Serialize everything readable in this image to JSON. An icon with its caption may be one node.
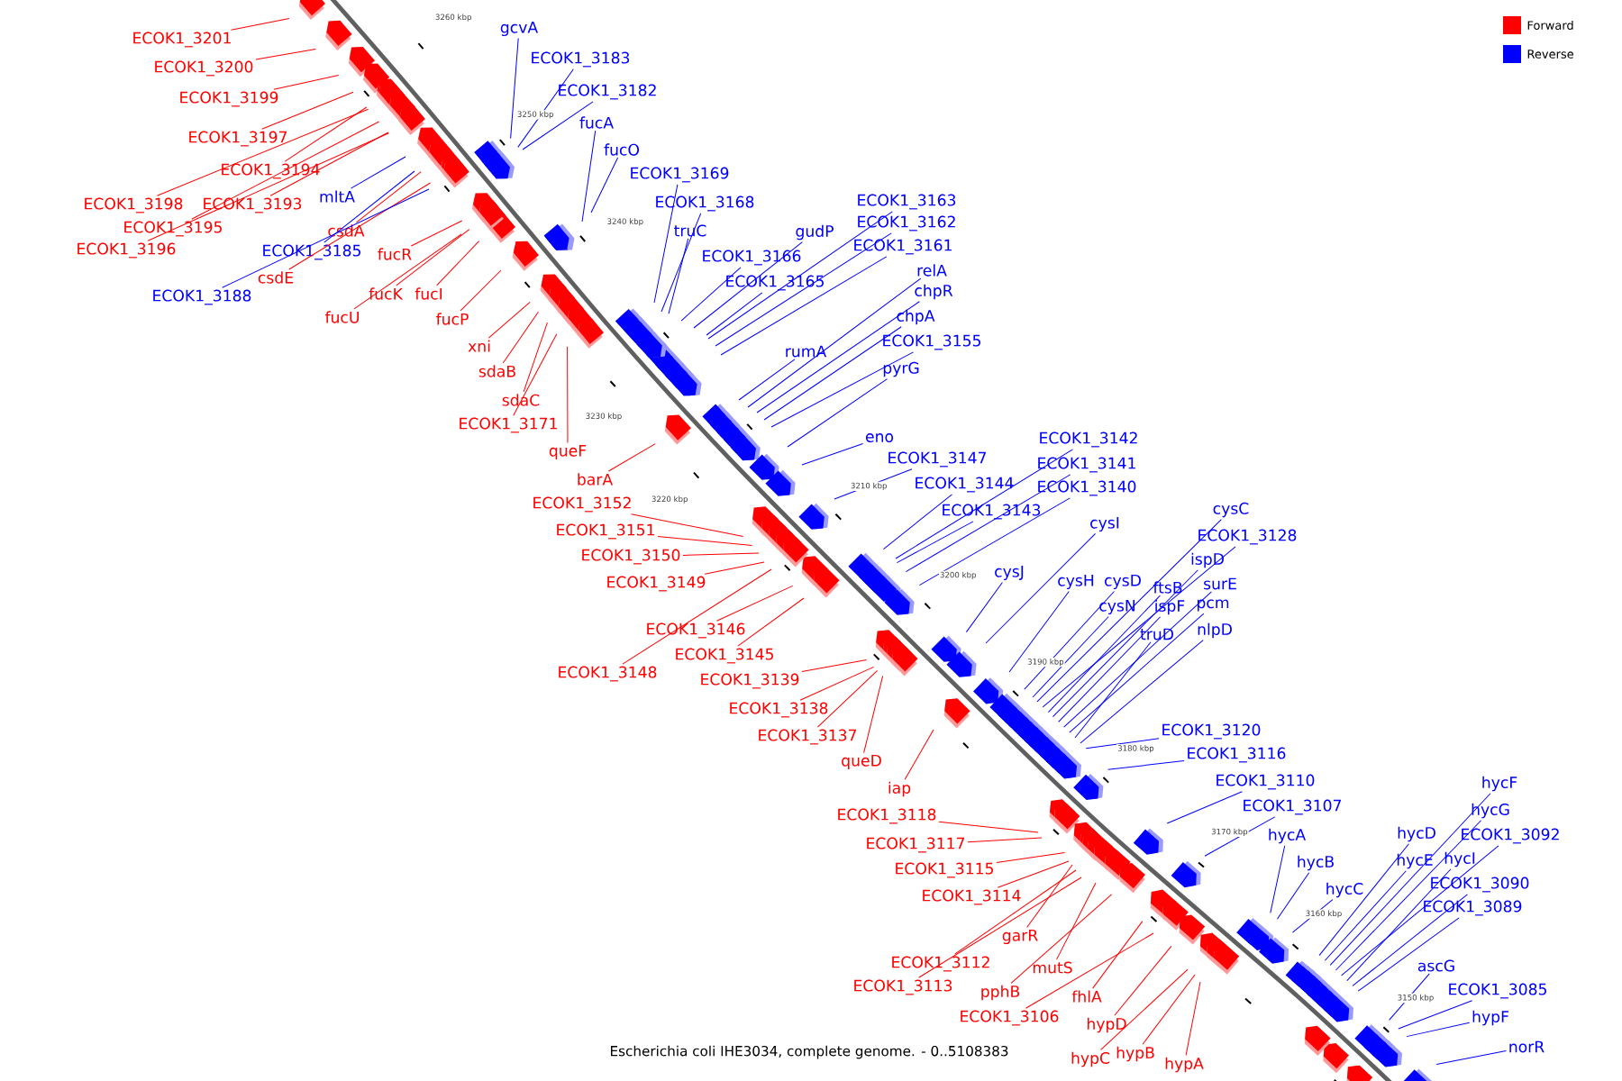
{
  "diagram": {
    "caption": "Escherichia coli IHE3034, complete genome. - 0..5108383",
    "nodes": [
      {
        "text": [
          "ECOK1_3201"
        ]
      },
      {
        "text": [
          "ECOK1_3200"
        ]
      },
      {
        "text": [
          "ECOK1_3199"
        ]
      },
      {
        "text": [
          "ECOK1_3197"
        ]
      },
      {
        "text": [
          "ECOK1_3194"
        ]
      },
      {
        "text": [
          "ECOK1_3198"
        ]
      },
      {
        "text": [
          "ECOK1_3193"
        ]
      },
      {
        "text": [
          "ECOK1_3195"
        ]
      },
      {
        "text": [
          "ECOK1_3196"
        ]
      },
      {
        "text": [
          "mltA"
        ]
      },
      {
        "text": [
          "csdA"
        ]
      },
      {
        "text": [
          "ECOK1_3185"
        ]
      },
      {
        "text": [
          "csdE"
        ]
      },
      {
        "text": [
          "ECOK1_3188"
        ]
      },
      {
        "text": [
          "fucR"
        ]
      },
      {
        "text": [
          "fucK"
        ]
      },
      {
        "text": [
          "fucI"
        ]
      },
      {
        "text": [
          "fucU"
        ]
      },
      {
        "text": [
          "fucP"
        ]
      },
      {
        "text": [
          "xni"
        ]
      },
      {
        "text": [
          "sdaB"
        ]
      },
      {
        "text": [
          "sdaC"
        ]
      },
      {
        "text": [
          "ECOK1_3171"
        ]
      },
      {
        "text": [
          "queF"
        ]
      },
      {
        "text": [
          "barA"
        ]
      },
      {
        "text": [
          "ECOK1_3152"
        ]
      },
      {
        "text": [
          "ECOK1_3151"
        ]
      },
      {
        "text": [
          "ECOK1_3150"
        ]
      },
      {
        "text": [
          "ECOK1_3149"
        ]
      },
      {
        "text": [
          "ECOK1_3146"
        ]
      },
      {
        "text": [
          "ECOK1_3145"
        ]
      },
      {
        "text": [
          "ECOK1_3148"
        ]
      },
      {
        "text": [
          "ECOK1_3139"
        ]
      },
      {
        "text": [
          "ECOK1_3138"
        ]
      },
      {
        "text": [
          "ECOK1_3137"
        ]
      },
      {
        "text": [
          "queD"
        ]
      },
      {
        "text": [
          "iap"
        ]
      },
      {
        "text": [
          "ECOK1_3118"
        ]
      },
      {
        "text": [
          "ECOK1_3117"
        ]
      },
      {
        "text": [
          "ECOK1_3115"
        ]
      },
      {
        "text": [
          "ECOK1_3114"
        ]
      },
      {
        "text": [
          "garR"
        ]
      },
      {
        "text": [
          "ECOK1_3112"
        ]
      },
      {
        "text": [
          "ECOK1_3113"
        ]
      },
      {
        "text": [
          "mutS"
        ]
      },
      {
        "text": [
          "pphB"
        ]
      },
      {
        "text": [
          "fhlA"
        ]
      },
      {
        "text": [
          "ECOK1_3106"
        ]
      },
      {
        "text": [
          "hypD"
        ]
      },
      {
        "text": [
          "hypC"
        ]
      },
      {
        "text": [
          "hypB"
        ]
      },
      {
        "text": [
          "hypA"
        ]
      },
      {
        "text": [
          "gcvA"
        ]
      },
      {
        "text": [
          "ECOK1_3183"
        ]
      },
      {
        "text": [
          "ECOK1_3182"
        ]
      },
      {
        "text": [
          "fucA"
        ]
      },
      {
        "text": [
          "fucO"
        ]
      },
      {
        "text": [
          "ECOK1_3169"
        ]
      },
      {
        "text": [
          "ECOK1_3168"
        ]
      },
      {
        "text": [
          "truC"
        ]
      },
      {
        "text": [
          "gudP"
        ]
      },
      {
        "text": [
          "ECOK1_3166"
        ]
      },
      {
        "text": [
          "ECOK1_3165"
        ]
      },
      {
        "text": [
          "ECOK1_3163"
        ]
      },
      {
        "text": [
          "ECOK1_3162"
        ]
      },
      {
        "text": [
          "ECOK1_3161"
        ]
      },
      {
        "text": [
          "rumA"
        ]
      },
      {
        "text": [
          "relA"
        ]
      },
      {
        "text": [
          "chpR"
        ]
      },
      {
        "text": [
          "chpA"
        ]
      },
      {
        "text": [
          "ECOK1_3155"
        ]
      },
      {
        "text": [
          "pyrG"
        ]
      },
      {
        "text": [
          "eno"
        ]
      },
      {
        "text": [
          "ECOK1_3147"
        ]
      },
      {
        "text": [
          "ECOK1_3144"
        ]
      },
      {
        "text": [
          "ECOK1_3143"
        ]
      },
      {
        "text": [
          "ECOK1_3142"
        ]
      },
      {
        "text": [
          "ECOK1_3141"
        ]
      },
      {
        "text": [
          "ECOK1_3140"
        ]
      },
      {
        "text": [
          "cysJ"
        ]
      },
      {
        "text": [
          "cysI"
        ]
      },
      {
        "text": [
          "cysH"
        ]
      },
      {
        "text": [
          "cysD"
        ]
      },
      {
        "text": [
          "cysN"
        ]
      },
      {
        "text": [
          "cysC"
        ]
      },
      {
        "text": [
          "ECOK1_3128"
        ]
      },
      {
        "text": [
          "ftsB"
        ]
      },
      {
        "text": [
          "ispD"
        ]
      },
      {
        "text": [
          "ispF"
        ]
      },
      {
        "text": [
          "surE"
        ]
      },
      {
        "text": [
          "pcm"
        ]
      },
      {
        "text": [
          "truD"
        ]
      },
      {
        "text": [
          "nlpD"
        ]
      },
      {
        "text": [
          "ECOK1_3120"
        ]
      },
      {
        "text": [
          "ECOK1_3116"
        ]
      },
      {
        "text": [
          "ECOK1_3110"
        ]
      },
      {
        "text": [
          "ECOK1_3107"
        ]
      },
      {
        "text": [
          "hycA"
        ]
      },
      {
        "text": [
          "hycB"
        ]
      },
      {
        "text": [
          "hycC"
        ]
      },
      {
        "text": [
          "hycD"
        ]
      },
      {
        "text": [
          "hycE"
        ]
      },
      {
        "text": [
          "hycF"
        ]
      },
      {
        "text": [
          "hycG"
        ]
      },
      {
        "text": [
          "ECOK1_3092"
        ]
      },
      {
        "text": [
          "hycI"
        ]
      },
      {
        "text": [
          "ECOK1_3090"
        ]
      },
      {
        "text": [
          "ECOK1_3089"
        ]
      },
      {
        "text": [
          "ascG"
        ]
      },
      {
        "text": [
          "ECOK1_3085"
        ]
      },
      {
        "text": [
          "hypF"
        ]
      },
      {
        "text": [
          "norR"
        ]
      }
    ],
    "edges": [
      {
        "from": 0,
        "to": null,
        "arrow": "none",
        "color": "#ff0000"
      },
      {
        "from": 1,
        "to": null,
        "arrow": "none",
        "color": "#ff0000"
      },
      {
        "from": 2,
        "to": null,
        "arrow": "none",
        "color": "#ff0000"
      },
      {
        "from": 3,
        "to": null,
        "arrow": "none",
        "color": "#ff0000"
      },
      {
        "from": 4,
        "to": null,
        "arrow": "none",
        "color": "#ff0000"
      },
      {
        "from": 5,
        "to": null,
        "arrow": "none",
        "color": "#ff0000"
      },
      {
        "from": 6,
        "to": null,
        "arrow": "none",
        "color": "#ff0000"
      },
      {
        "from": 7,
        "to": null,
        "arrow": "none",
        "color": "#ff0000"
      },
      {
        "from": 8,
        "to": null,
        "arrow": "none",
        "color": "#ff0000"
      },
      {
        "from": 9,
        "to": null,
        "arrow": "none",
        "color": "#0000ff"
      },
      {
        "from": 10,
        "to": null,
        "arrow": "none",
        "color": "#ff0000"
      },
      {
        "from": 11,
        "to": null,
        "arrow": "none",
        "color": "#0000ff"
      },
      {
        "from": 12,
        "to": null,
        "arrow": "none",
        "color": "#ff0000"
      },
      {
        "from": 13,
        "to": null,
        "arrow": "none",
        "color": "#0000ff"
      },
      {
        "from": 14,
        "to": null,
        "arrow": "none",
        "color": "#ff0000"
      },
      {
        "from": 15,
        "to": null,
        "arrow": "none",
        "color": "#ff0000"
      },
      {
        "from": 16,
        "to": null,
        "arrow": "none",
        "color": "#ff0000"
      },
      {
        "from": 17,
        "to": null,
        "arrow": "none",
        "color": "#ff0000"
      },
      {
        "from": 18,
        "to": null,
        "arrow": "none",
        "color": "#ff0000"
      },
      {
        "from": 19,
        "to": null,
        "arrow": "none",
        "color": "#ff0000"
      },
      {
        "from": 20,
        "to": null,
        "arrow": "none",
        "color": "#ff0000"
      },
      {
        "from": 21,
        "to": null,
        "arrow": "none",
        "color": "#ff0000"
      },
      {
        "from": 22,
        "to": null,
        "arrow": "none",
        "color": "#ff0000"
      },
      {
        "from": 23,
        "to": null,
        "arrow": "none",
        "color": "#ff0000"
      },
      {
        "from": 24,
        "to": null,
        "arrow": "none",
        "color": "#ff0000"
      },
      {
        "from": 25,
        "to": null,
        "arrow": "none",
        "color": "#ff0000"
      },
      {
        "from": 26,
        "to": null,
        "arrow": "none",
        "color": "#ff0000"
      },
      {
        "from": 27,
        "to": null,
        "arrow": "none",
        "color": "#ff0000"
      },
      {
        "from": 28,
        "to": null,
        "arrow": "none",
        "color": "#ff0000"
      },
      {
        "from": 29,
        "to": null,
        "arrow": "none",
        "color": "#ff0000"
      },
      {
        "from": 30,
        "to": null,
        "arrow": "none",
        "color": "#ff0000"
      },
      {
        "from": 31,
        "to": null,
        "arrow": "none",
        "color": "#ff0000"
      },
      {
        "from": 32,
        "to": null,
        "arrow": "none",
        "color": "#ff0000"
      },
      {
        "from": 33,
        "to": null,
        "arrow": "none",
        "color": "#ff0000"
      },
      {
        "from": 34,
        "to": null,
        "arrow": "none",
        "color": "#ff0000"
      },
      {
        "from": 35,
        "to": null,
        "arrow": "none",
        "color": "#ff0000"
      },
      {
        "from": 36,
        "to": null,
        "arrow": "none",
        "color": "#ff0000"
      },
      {
        "from": 37,
        "to": null,
        "arrow": "none",
        "color": "#ff0000"
      },
      {
        "from": 38,
        "to": null,
        "arrow": "none",
        "color": "#ff0000"
      },
      {
        "from": 39,
        "to": null,
        "arrow": "none",
        "color": "#ff0000"
      },
      {
        "from": 40,
        "to": null,
        "arrow": "none",
        "color": "#ff0000"
      },
      {
        "from": 41,
        "to": null,
        "arrow": "none",
        "color": "#ff0000"
      },
      {
        "from": 42,
        "to": null,
        "arrow": "none",
        "color": "#ff0000"
      },
      {
        "from": 43,
        "to": null,
        "arrow": "none",
        "color": "#ff0000"
      },
      {
        "from": 44,
        "to": null,
        "arrow": "none",
        "color": "#ff0000"
      },
      {
        "from": 45,
        "to": null,
        "arrow": "none",
        "color": "#ff0000"
      },
      {
        "from": 46,
        "to": null,
        "arrow": "none",
        "color": "#ff0000"
      },
      {
        "from": 47,
        "to": null,
        "arrow": "none",
        "color": "#ff0000"
      },
      {
        "from": 48,
        "to": null,
        "arrow": "none",
        "color": "#ff0000"
      },
      {
        "from": 49,
        "to": null,
        "arrow": "none",
        "color": "#ff0000"
      },
      {
        "from": 50,
        "to": null,
        "arrow": "none",
        "color": "#ff0000"
      },
      {
        "from": 51,
        "to": null,
        "arrow": "none",
        "color": "#ff0000"
      },
      {
        "from": 52,
        "to": null,
        "arrow": "none",
        "color": "#0000ff"
      },
      {
        "from": 53,
        "to": null,
        "arrow": "none",
        "color": "#0000ff"
      },
      {
        "from": 54,
        "to": null,
        "arrow": "none",
        "color": "#0000ff"
      },
      {
        "from": 55,
        "to": null,
        "arrow": "none",
        "color": "#0000ff"
      },
      {
        "from": 56,
        "to": null,
        "arrow": "none",
        "color": "#0000ff"
      },
      {
        "from": 57,
        "to": null,
        "arrow": "none",
        "color": "#0000ff"
      },
      {
        "from": 58,
        "to": null,
        "arrow": "none",
        "color": "#0000ff"
      },
      {
        "from": 59,
        "to": null,
        "arrow": "none",
        "color": "#0000ff"
      },
      {
        "from": 60,
        "to": null,
        "arrow": "none",
        "color": "#0000ff"
      },
      {
        "from": 61,
        "to": null,
        "arrow": "none",
        "color": "#0000ff"
      },
      {
        "from": 62,
        "to": null,
        "arrow": "none",
        "color": "#0000ff"
      },
      {
        "from": 63,
        "to": null,
        "arrow": "none",
        "color": "#0000ff"
      },
      {
        "from": 64,
        "to": null,
        "arrow": "none",
        "color": "#0000ff"
      },
      {
        "from": 65,
        "to": null,
        "arrow": "none",
        "color": "#0000ff"
      },
      {
        "from": 66,
        "to": null,
        "arrow": "none",
        "color": "#0000ff"
      },
      {
        "from": 67,
        "to": null,
        "arrow": "none",
        "color": "#0000ff"
      },
      {
        "from": 68,
        "to": null,
        "arrow": "none",
        "color": "#0000ff"
      },
      {
        "from": 69,
        "to": null,
        "arrow": "none",
        "color": "#0000ff"
      },
      {
        "from": 70,
        "to": null,
        "arrow": "none",
        "color": "#0000ff"
      },
      {
        "from": 71,
        "to": null,
        "arrow": "none",
        "color": "#0000ff"
      },
      {
        "from": 72,
        "to": null,
        "arrow": "none",
        "color": "#0000ff"
      },
      {
        "from": 73,
        "to": null,
        "arrow": "none",
        "color": "#0000ff"
      },
      {
        "from": 74,
        "to": null,
        "arrow": "none",
        "color": "#0000ff"
      },
      {
        "from": 75,
        "to": null,
        "arrow": "none",
        "color": "#0000ff"
      },
      {
        "from": 76,
        "to": null,
        "arrow": "none",
        "color": "#0000ff"
      },
      {
        "from": 77,
        "to": null,
        "arrow": "none",
        "color": "#0000ff"
      },
      {
        "from": 78,
        "to": null,
        "arrow": "none",
        "color": "#0000ff"
      },
      {
        "from": 79,
        "to": null,
        "arrow": "none",
        "color": "#0000ff"
      },
      {
        "from": 80,
        "to": null,
        "arrow": "none",
        "color": "#0000ff"
      },
      {
        "from": 81,
        "to": null,
        "arrow": "none",
        "color": "#0000ff"
      },
      {
        "from": 82,
        "to": null,
        "arrow": "none",
        "color": "#0000ff"
      },
      {
        "from": 83,
        "to": null,
        "arrow": "none",
        "color": "#0000ff"
      },
      {
        "from": 84,
        "to": null,
        "arrow": "none",
        "color": "#0000ff"
      },
      {
        "from": 85,
        "to": null,
        "arrow": "none",
        "color": "#0000ff"
      },
      {
        "from": 86,
        "to": null,
        "arrow": "none",
        "color": "#0000ff"
      },
      {
        "from": 87,
        "to": null,
        "arrow": "none",
        "color": "#0000ff"
      },
      {
        "from": 88,
        "to": null,
        "arrow": "none",
        "color": "#0000ff"
      },
      {
        "from": 89,
        "to": null,
        "arrow": "none",
        "color": "#0000ff"
      },
      {
        "from": 90,
        "to": null,
        "arrow": "none",
        "color": "#0000ff"
      },
      {
        "from": 91,
        "to": null,
        "arrow": "none",
        "color": "#0000ff"
      },
      {
        "from": 92,
        "to": null,
        "arrow": "none",
        "color": "#0000ff"
      },
      {
        "from": 93,
        "to": null,
        "arrow": "none",
        "color": "#0000ff"
      },
      {
        "from": 94,
        "to": null,
        "arrow": "none",
        "color": "#0000ff"
      },
      {
        "from": 95,
        "to": null,
        "arrow": "none",
        "color": "#0000ff"
      },
      {
        "from": 96,
        "to": null,
        "arrow": "none",
        "color": "#0000ff"
      },
      {
        "from": 97,
        "to": null,
        "arrow": "none",
        "color": "#0000ff"
      },
      {
        "from": 98,
        "to": null,
        "arrow": "none",
        "color": "#0000ff"
      },
      {
        "from": 99,
        "to": null,
        "arrow": "none",
        "color": "#0000ff"
      },
      {
        "from": 100,
        "to": null,
        "arrow": "none",
        "color": "#0000ff"
      },
      {
        "from": 101,
        "to": null,
        "arrow": "none",
        "color": "#0000ff"
      },
      {
        "from": 102,
        "to": null,
        "arrow": "none",
        "color": "#0000ff"
      },
      {
        "from": 103,
        "to": null,
        "arrow": "none",
        "color": "#0000ff"
      },
      {
        "from": 104,
        "to": null,
        "arrow": "none",
        "color": "#0000ff"
      },
      {
        "from": 105,
        "to": null,
        "arrow": "none",
        "color": "#0000ff"
      },
      {
        "from": 106,
        "to": null,
        "arrow": "none",
        "color": "#0000ff"
      },
      {
        "from": 107,
        "to": null,
        "arrow": "none",
        "color": "#0000ff"
      },
      {
        "from": 108,
        "to": null,
        "arrow": "none",
        "color": "#0000ff"
      },
      {
        "from": 109,
        "to": null,
        "arrow": "none",
        "color": "#0000ff"
      },
      {
        "from": 110,
        "to": null,
        "arrow": "none",
        "color": "#0000ff"
      },
      {
        "from": 111,
        "to": null,
        "arrow": "none",
        "color": "#0000ff"
      }
    ],
    "labels": [
      "3260 kbp",
      "3250 kbp",
      "3240 kbp",
      "3230 kbp",
      "3220 kbp",
      "3210 kbp",
      "3200 kbp",
      "3190 kbp",
      "3180 kbp",
      "3170 kbp",
      "3160 kbp",
      "3150 kbp"
    ],
    "legend": [
      {
        "text": "Forward",
        "color": "#ff0000"
      },
      {
        "text": "Reverse",
        "color": "#0000ff"
      }
    ]
  }
}
